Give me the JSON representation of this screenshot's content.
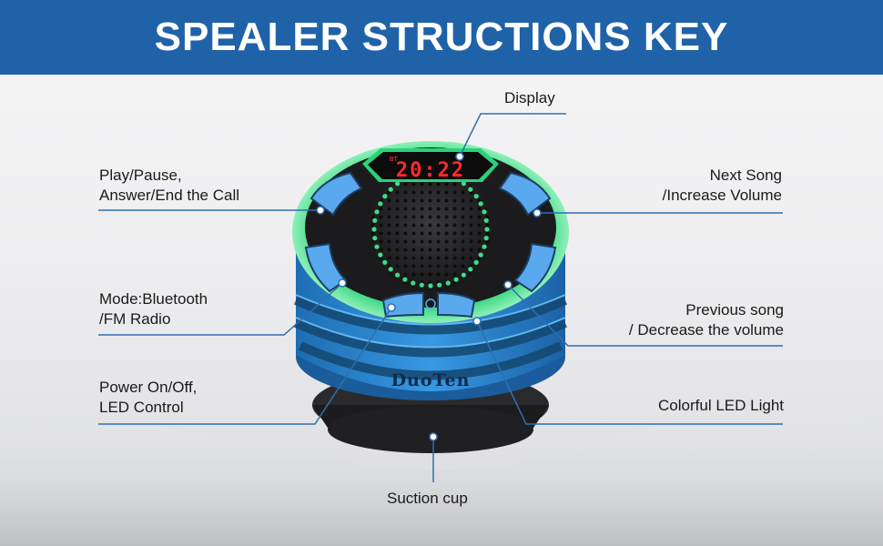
{
  "title": "SPEALER STRUCTIONS KEY",
  "speaker": {
    "brand": "DuoTen",
    "display_time": "20:22",
    "display_indicator": "BT"
  },
  "callouts": {
    "display": "Display",
    "play_pause": [
      "Play/Pause,",
      "Answer/End the Call"
    ],
    "next_song": [
      "Next Song",
      "/Increase Volume"
    ],
    "mode": [
      "Mode:Bluetooth",
      "/FM Radio"
    ],
    "previous_song": [
      "Previous song",
      "/ Decrease the volume"
    ],
    "power": [
      "Power On/Off,",
      "LED Control"
    ],
    "led_light": "Colorful LED Light",
    "suction_cup": "Suction cup"
  },
  "colors": {
    "banner": "#1f62a8",
    "speaker_body": "#2d8fd6",
    "led_ring": "#3ddc8a",
    "button": "#5aa9ee",
    "display_digits": "#ff2a2a",
    "callout_line": "#2e6fb0"
  }
}
